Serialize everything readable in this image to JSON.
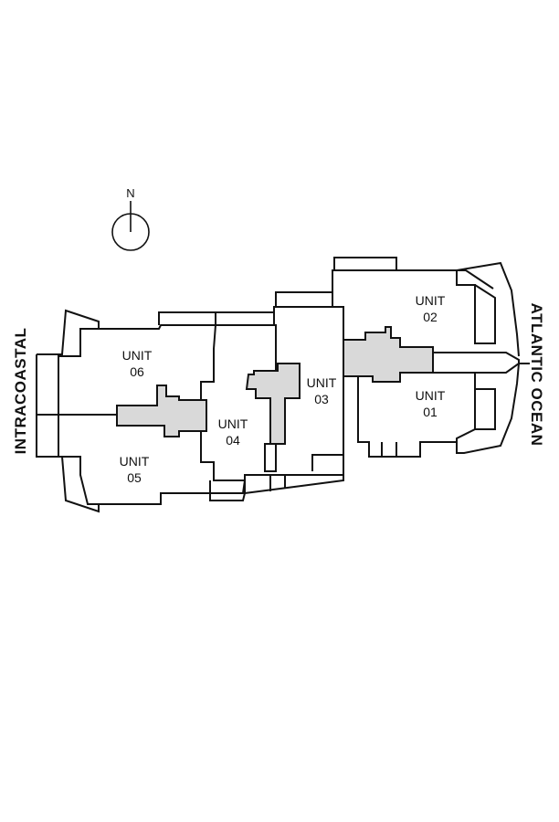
{
  "compass": {
    "north_label": "N"
  },
  "sides": {
    "west": "INTRACOASTAL",
    "east": "ATLANTIC OCEAN"
  },
  "units": [
    {
      "line1": "UNIT",
      "line2": "01"
    },
    {
      "line1": "UNIT",
      "line2": "02"
    },
    {
      "line1": "UNIT",
      "line2": "03"
    },
    {
      "line1": "UNIT",
      "line2": "04"
    },
    {
      "line1": "UNIT",
      "line2": "05"
    },
    {
      "line1": "UNIT",
      "line2": "06"
    }
  ],
  "colors": {
    "core_fill": "#d9d9d9",
    "wall_stroke": "#111111",
    "background": "#ffffff"
  }
}
